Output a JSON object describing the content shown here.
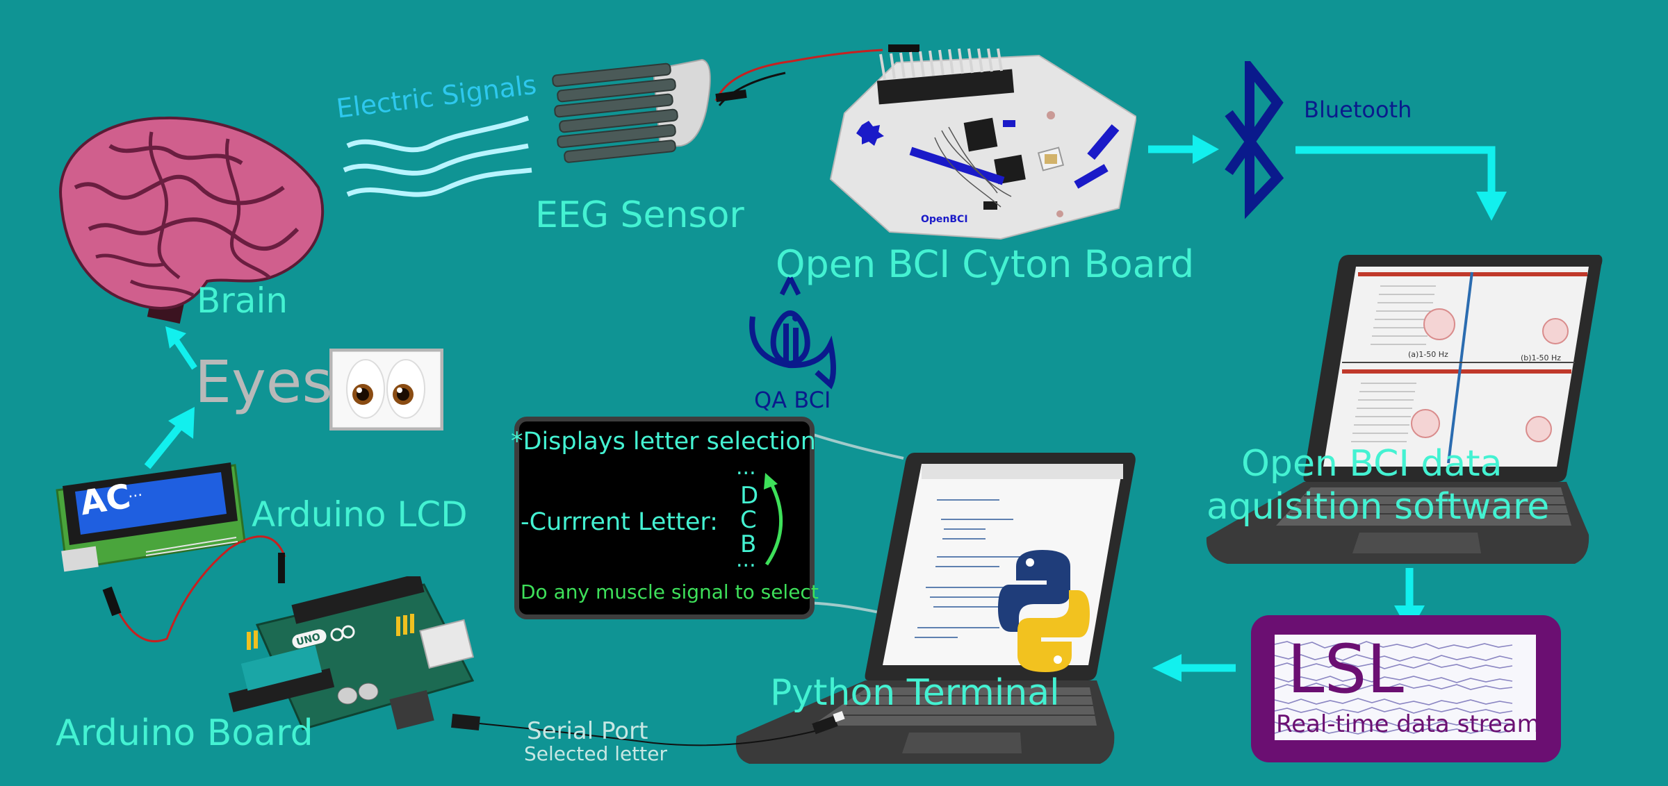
{
  "labels": {
    "electric_signals": "Electric Signals",
    "eeg_sensor": "EEG Sensor",
    "cyton_board": "Open BCI Cyton Board",
    "bluetooth": "Bluetooth",
    "brain": "Brain",
    "eyes": "Eyes",
    "qa_bci": "QA BCI",
    "arduino_lcd": "Arduino LCD",
    "arduino_board": "Arduino Board",
    "serial_port": "Serial Port",
    "selected_letter": "Selected letter",
    "python_terminal": "Python Terminal",
    "openbci_software_line1": "Open BCI data",
    "openbci_software_line2": "aquisition software",
    "lsl": "LSL",
    "lsl_caption": "Real-time data stream",
    "board_brand": "OpenBCI",
    "lcd_text": "AC",
    "lcd_dots": "..."
  },
  "display_box": {
    "title": "*Displays letter selection",
    "current_letter_label": "-Currrent Letter:",
    "dots_top": "...",
    "letters": [
      "D",
      "C",
      "B"
    ],
    "dots_bottom": "...",
    "footer": "Do any muscle signal to select"
  },
  "software_screen": {
    "caption_left": "(a)1-50 Hz",
    "caption_right": "(b)1-50 Hz"
  },
  "colors": {
    "background": "#0f9494",
    "label_teal": "#44f2d2",
    "arrow_cyan": "#12f0ee",
    "bluetooth_navy": "#0a1a8c",
    "lsl_purple": "#6b0f72",
    "display_green": "#3ee05a"
  },
  "icons": [
    "brain-icon",
    "eyes-emoji-icon",
    "eeg-sensor-icon",
    "cyton-board-icon",
    "bluetooth-icon",
    "laptop-icon",
    "python-logo-icon",
    "qa-bci-logo-icon",
    "arduino-lcd-icon",
    "arduino-board-icon",
    "usb-cable-icon"
  ]
}
